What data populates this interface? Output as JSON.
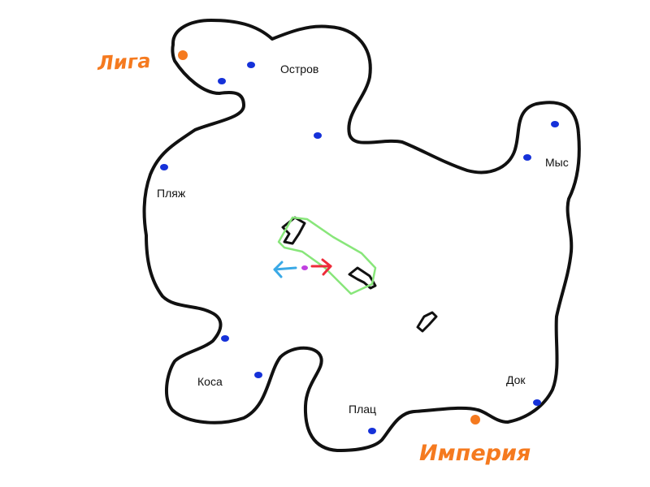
{
  "map": {
    "colors": {
      "background": "#ffffff",
      "coastline": "#111111",
      "spawn_point": "#1531d9",
      "faction": "#f57a1f",
      "zone_outline": "#88e67a",
      "arrow_left": "#3aa9e6",
      "arrow_right": "#ee2b3a",
      "center_dot": "#c040e0"
    },
    "factions": {
      "north_west": "Лига",
      "south_east": "Империя"
    },
    "locations": {
      "island": "Остров",
      "beach": "Пляж",
      "cape": "Мыс",
      "spit": "Коса",
      "parade": "Плац",
      "dock": "Док"
    }
  }
}
